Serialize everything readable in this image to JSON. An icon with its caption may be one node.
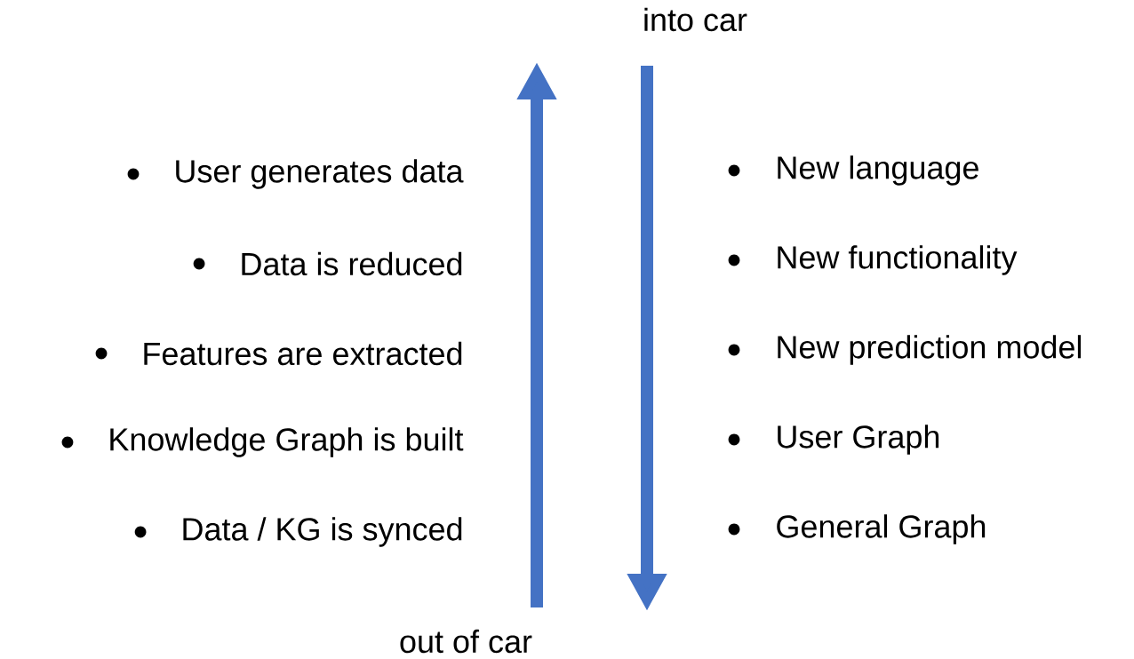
{
  "diagram": {
    "labels": [
      "into car",
      "User generates data",
      "Data is reduced",
      "Features are extracted",
      "Knowledge Graph is built",
      "Data / KG is synced",
      "New language",
      "New functionality",
      "New prediction model",
      "User Graph",
      "General Graph",
      "out of car"
    ]
  }
}
